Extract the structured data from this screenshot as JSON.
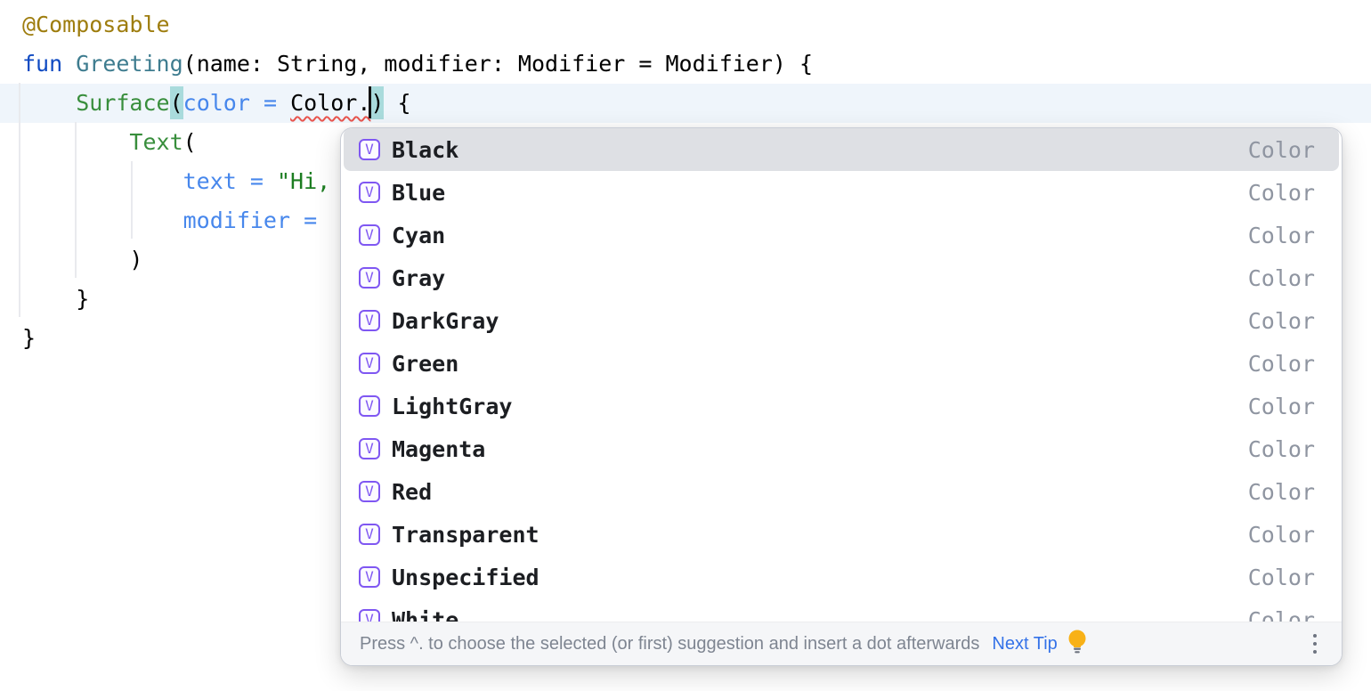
{
  "editor": {
    "lines": [
      {
        "current": false,
        "segments": [
          {
            "t": "@Composable",
            "s": "annotation"
          }
        ]
      },
      {
        "current": false,
        "segments": [
          {
            "t": "fun",
            "s": "keyword"
          },
          {
            "t": " ",
            "s": "plain"
          },
          {
            "t": "Greeting",
            "s": "fndecl"
          },
          {
            "t": "(name: String, modifier: Modifier = Modifier) {",
            "s": "plain"
          }
        ]
      },
      {
        "current": true,
        "segments": [
          {
            "t": "    ",
            "s": "plain"
          },
          {
            "t": "Surface",
            "s": "fncall"
          },
          {
            "t": "(",
            "s": "paren"
          },
          {
            "t": "color = ",
            "s": "namedarg"
          },
          {
            "t": "Color.",
            "s": "error"
          },
          {
            "t": "",
            "s": "caret"
          },
          {
            "t": ")",
            "s": "paren"
          },
          {
            "t": " {",
            "s": "plain"
          }
        ]
      },
      {
        "current": false,
        "segments": [
          {
            "t": "        ",
            "s": "plain"
          },
          {
            "t": "Text",
            "s": "fncall"
          },
          {
            "t": "(",
            "s": "plain"
          }
        ]
      },
      {
        "current": false,
        "segments": [
          {
            "t": "            ",
            "s": "plain"
          },
          {
            "t": "text = ",
            "s": "namedarg"
          },
          {
            "t": "\"Hi,",
            "s": "string"
          }
        ]
      },
      {
        "current": false,
        "segments": [
          {
            "t": "            ",
            "s": "plain"
          },
          {
            "t": "modifier = ",
            "s": "namedarg"
          }
        ]
      },
      {
        "current": false,
        "segments": [
          {
            "t": "        )",
            "s": "plain"
          }
        ]
      },
      {
        "current": false,
        "segments": [
          {
            "t": "    }",
            "s": "plain"
          }
        ]
      },
      {
        "current": false,
        "segments": [
          {
            "t": "}",
            "s": "plain"
          }
        ]
      }
    ]
  },
  "popup": {
    "items": [
      {
        "icon": "V",
        "name": "Black",
        "type": "Color",
        "selected": true
      },
      {
        "icon": "V",
        "name": "Blue",
        "type": "Color",
        "selected": false
      },
      {
        "icon": "V",
        "name": "Cyan",
        "type": "Color",
        "selected": false
      },
      {
        "icon": "V",
        "name": "Gray",
        "type": "Color",
        "selected": false
      },
      {
        "icon": "V",
        "name": "DarkGray",
        "type": "Color",
        "selected": false
      },
      {
        "icon": "V",
        "name": "Green",
        "type": "Color",
        "selected": false
      },
      {
        "icon": "V",
        "name": "LightGray",
        "type": "Color",
        "selected": false
      },
      {
        "icon": "V",
        "name": "Magenta",
        "type": "Color",
        "selected": false
      },
      {
        "icon": "V",
        "name": "Red",
        "type": "Color",
        "selected": false
      },
      {
        "icon": "V",
        "name": "Transparent",
        "type": "Color",
        "selected": false
      },
      {
        "icon": "V",
        "name": "Unspecified",
        "type": "Color",
        "selected": false
      },
      {
        "icon": "V",
        "name": "White",
        "type": "Color",
        "selected": false
      }
    ],
    "hint": {
      "text": "Press ^. to choose the selected (or first) suggestion and insert a dot afterwards",
      "action_label": "Next Tip"
    }
  },
  "colors": {
    "accent_blue": "#3472E8",
    "icon_purple": "#7F57F2",
    "selection_gray": "#DEE0E4",
    "caret_row_blue": "#EFF5FB",
    "paren_match_teal": "#A9DBDC",
    "error_red": "#E8554E",
    "bulb_yellow": "#F8B117"
  }
}
